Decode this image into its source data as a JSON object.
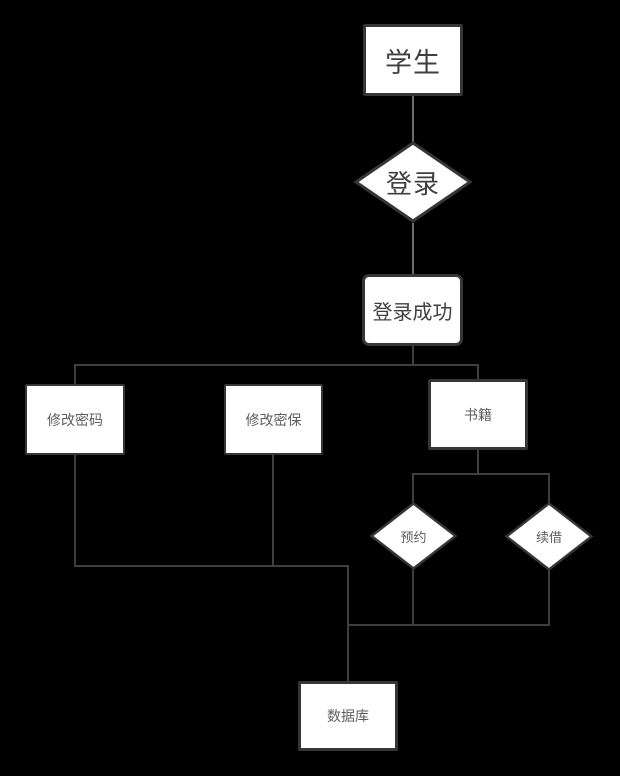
{
  "diagram": {
    "type": "flowchart",
    "colors": {
      "bg": "#000000",
      "node-fill": "#ffffff",
      "border": "#363636",
      "line": "#3f3f3f",
      "line-upper": "#6b6b6b",
      "text-large": "#3f3f3f",
      "text-small": "#5d5d5d"
    },
    "nodes": {
      "student": {
        "label": "学生",
        "shape": "rect"
      },
      "login": {
        "label": "登录",
        "shape": "diamond"
      },
      "login_success": {
        "label": "登录成功",
        "shape": "rect"
      },
      "change_password": {
        "label": "修改密码",
        "shape": "rect"
      },
      "change_security": {
        "label": "修改密保",
        "shape": "rect"
      },
      "books": {
        "label": "书籍",
        "shape": "rect"
      },
      "reserve": {
        "label": "预约",
        "shape": "diamond"
      },
      "renew": {
        "label": "续借",
        "shape": "diamond"
      },
      "database": {
        "label": "数据库",
        "shape": "rect"
      }
    },
    "edges": [
      "student -> login",
      "login -> login_success",
      "login_success -> change_password",
      "login_success -> books",
      "change_password -> database",
      "change_security -> database",
      "books -> reserve",
      "books -> renew",
      "reserve -> database",
      "renew -> database"
    ]
  }
}
